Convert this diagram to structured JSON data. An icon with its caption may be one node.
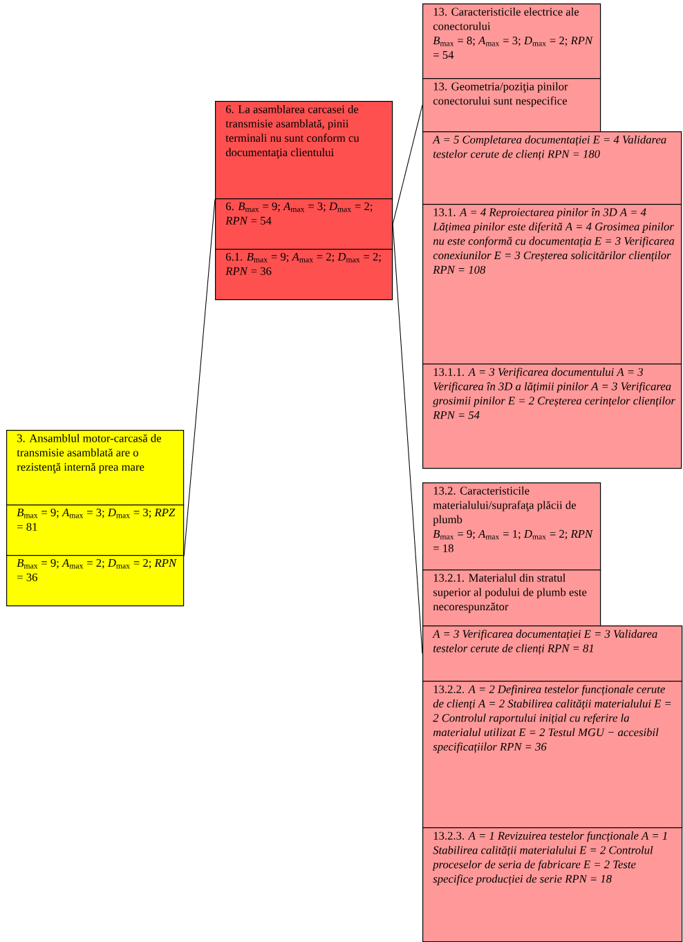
{
  "diagram": {
    "nodes": [
      {
        "text": [
          "3. Ansamblul motor-carcasă de transmisie asamblată are o rezistenţă internă prea mare"
        ]
      },
      {
        "text": [
          "*B*$_{max}$ = 9; *A*$_{max}$ = 3; *D*$_{max}$ = 3; *RPZ* = 81"
        ]
      },
      {
        "text": [
          "*B*$_{max}$ = 9; *A*$_{max}$ = 2; *D*$_{max}$ = 2; *RPN* = 36"
        ]
      },
      {
        "text": [
          "6. La asamblarea carcasei de transmisie asamblată, pinii terminali nu sunt conform cu documentaţia clientului"
        ]
      },
      {
        "text": [
          "6. *B*$_{max}$ = 9; *A*$_{max}$ = 3; *D*$_{max}$ = 2; *RPN* = 54"
        ]
      },
      {
        "text": [
          "6.1. *B*$_{max}$ = 9; *A*$_{max}$ = 2; *D*$_{max}$ = 2; *RPN* = 36"
        ]
      },
      {
        "text": [
          "13. Caracteristicile electrice ale conectorului",
          "*B*$_{max}$ = 8; *A*$_{max}$ = 3; *D*$_{max}$ = 2; *RPN* = 54"
        ]
      },
      {
        "text": [
          "13. Geometria/poziţia pinilor conectorului sunt nespecifice"
        ]
      },
      {
        "text": [
          "*A = 5 Completarea documentației E = 4 Validarea testelor cerute de clienți RPN = 180*"
        ]
      },
      {
        "text": [
          "13.1. *A = 4 Reproiectarea pinilor în 3D A = 4 Lățimea pinilor este diferită A = 4 Grosimea pinilor nu este conformă cu documentația E = 3 Verificarea conexiunilor E = 3 Creșterea solicitărilor clienților RPN = 108*"
        ]
      },
      {
        "text": [
          "13.1.1. *A = 3 Verificarea documentului A = 3 Verificarea în 3D a lățimii pinilor A = 3 Verificarea grosimii pinilor E = 2 Creșterea cerințelor clienților RPN = 54*"
        ]
      },
      {
        "text": [
          "13.2. Caracteristicile materialului/suprafaţa plăcii de plumb",
          "*B*$_{max}$ = 9; *A*$_{max}$ = 1; *D*$_{max}$ = 2; *RPN* = 18"
        ]
      },
      {
        "text": [
          "13.2.1. Materialul din stratul superior al podului de plumb este necorespunzător"
        ]
      },
      {
        "text": [
          "*A = 3 Verificarea documentației E = 3 Validarea testelor cerute de clienți RPN = 81*"
        ]
      },
      {
        "text": [
          "13.2.2. *A = 2 Definirea testelor funcționale cerute de clienți A = 2 Stabilirea calității materialului E = 2 Controlul raportului inițial cu referire la materialul utilizat E = 2 Testul MGU − accesibil specificațiilor RPN = 36*"
        ]
      },
      {
        "text": [
          "13.2.3. *A = 1 Revizuirea testelor funcționale A = 1 Stabilirea calității materialului E = 2 Controlul proceselor de seria de fabricare E = 2 Teste specifice producției de serie RPN = 18*"
        ]
      }
    ],
    "edges": [
      {
        "from": 1,
        "to": 3,
        "arrow": "none"
      },
      {
        "from": 4,
        "to": 7,
        "arrow": "none"
      },
      {
        "from": 4,
        "to": 13,
        "arrow": "none"
      }
    ]
  }
}
